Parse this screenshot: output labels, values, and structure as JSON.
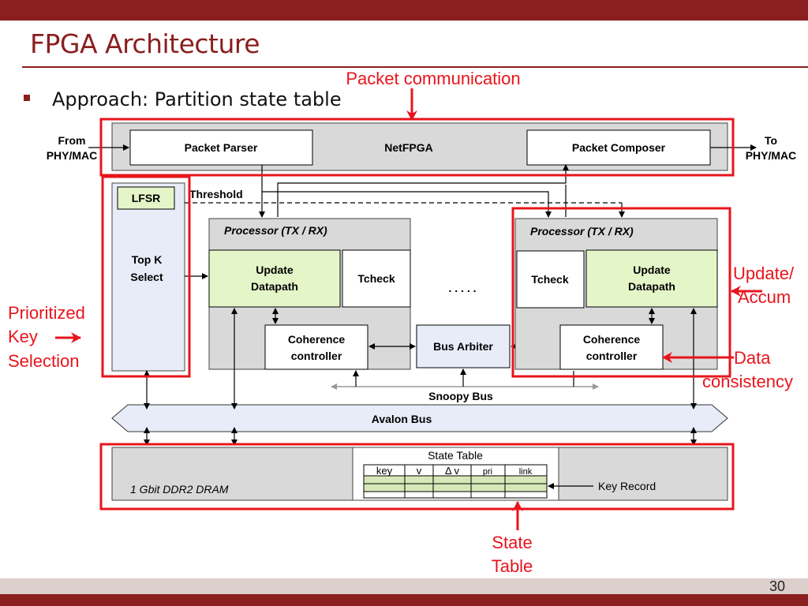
{
  "title": "FPGA Architecture",
  "bullet": "Approach: Partition state table",
  "page_number": "30",
  "colors": {
    "accent": "#8b1e1e",
    "annotation_red": "#e8141c",
    "green_block": "#e4f5c8",
    "gray_block": "#d9d9d9",
    "blue_block": "#e8ecf8"
  },
  "annotations": {
    "packet_communication": "Packet communication",
    "update_accum_1": "Update/",
    "update_accum_2": "Accum",
    "prioritized_1": "Prioritized",
    "prioritized_2": "Key",
    "prioritized_3": "Selection",
    "data_consistency_1": "Data",
    "data_consistency_2": "consistency",
    "state_table_1": "State",
    "state_table_2": "Table"
  },
  "diagram": {
    "from_1": "From",
    "from_2": "PHY/MAC",
    "to_1": "To",
    "to_2": "PHY/MAC",
    "packet_parser": "Packet Parser",
    "netfpga": "NetFPGA",
    "packet_composer": "Packet Composer",
    "lfsr": "LFSR",
    "threshold": "Threshold",
    "topk_1": "Top K",
    "topk_2": "Select",
    "processor_left": "Processor (TX / RX)",
    "processor_right": "Processor (TX / RX)",
    "update_1": "Update",
    "update_2": "Datapath",
    "tcheck": "Tcheck",
    "coherence_1": "Coherence",
    "coherence_2": "controller",
    "bus_arbiter": "Bus Arbiter",
    "dots": ". . . . .",
    "snoopy_bus": "Snoopy Bus",
    "avalon_bus": "Avalon Bus",
    "dram": "1 Gbit DDR2 DRAM",
    "state_table_label": "State Table",
    "key_record": "Key Record",
    "columns": [
      "key",
      "v",
      "Δ v",
      "pri",
      "link"
    ]
  }
}
